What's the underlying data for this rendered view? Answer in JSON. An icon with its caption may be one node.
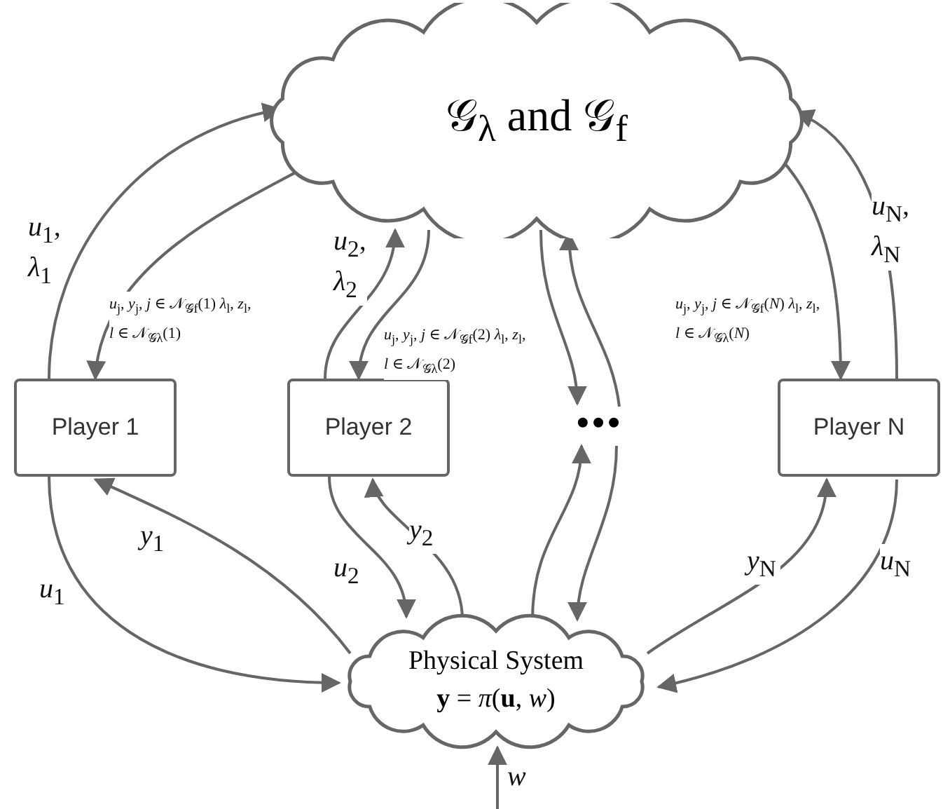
{
  "diagram": {
    "nodes": [
      {
        "text": [
          "𝒢$_{λ}$ and 𝒢$_{f}$"
        ]
      },
      {
        "text": [
          "Player 1"
        ]
      },
      {
        "text": [
          "Player 2"
        ]
      },
      {
        "text": [
          "•••"
        ]
      },
      {
        "text": [
          "Player N"
        ]
      },
      {
        "text": [
          "Physical System",
          "**y** = *π*(**u**, *w*)"
        ]
      }
    ],
    "edges": [
      {
        "from": 1,
        "to": 0,
        "arrow": "to",
        "label": "*u*$_{1}$, *λ*$_{1}$"
      },
      {
        "from": 0,
        "to": 1,
        "arrow": "to",
        "label": "*u*$_{j}$, *y*$_{j}$, *j* ∈ 𝒩$_{𝒢f}$(1) *λ*$_{l}$, *z*$_{l}$, *l* ∈ 𝒩$_{𝒢λ}$(1)"
      },
      {
        "from": 2,
        "to": 0,
        "arrow": "to",
        "label": "*u*$_{2}$, *λ*$_{2}$"
      },
      {
        "from": 0,
        "to": 2,
        "arrow": "to",
        "label": "*u*$_{j}$, *y*$_{j}$, *j* ∈ 𝒩$_{𝒢f}$(2) *λ*$_{l}$, *z*$_{l}$, *l* ∈ 𝒩$_{𝒢λ}$(2)"
      },
      {
        "from": 0,
        "to": 3,
        "arrow": "to"
      },
      {
        "from": 3,
        "to": 0,
        "arrow": "to"
      },
      {
        "from": 4,
        "to": 0,
        "arrow": "to",
        "label": "*u*$_{N}$, *λ*$_{N}$"
      },
      {
        "from": 0,
        "to": 4,
        "arrow": "to",
        "label": "*u*$_{j}$, *y*$_{j}$, *j* ∈ 𝒩$_{𝒢f}$(*N*) *λ*$_{l}$, *z*$_{l}$, *l* ∈ 𝒩$_{𝒢λ}$(*N*)"
      },
      {
        "from": 1,
        "to": 5,
        "arrow": "to",
        "label": "*u*$_{1}$"
      },
      {
        "from": 5,
        "to": 1,
        "arrow": "to",
        "label": "*y*$_{1}$"
      },
      {
        "from": 2,
        "to": 5,
        "arrow": "to",
        "label": "*u*$_{2}$"
      },
      {
        "from": 5,
        "to": 2,
        "arrow": "to",
        "label": "*y*$_{2}$"
      },
      {
        "from": 5,
        "to": 3,
        "arrow": "to"
      },
      {
        "from": 3,
        "to": 5,
        "arrow": "to"
      },
      {
        "from": 5,
        "to": 4,
        "arrow": "to",
        "label": "*y*$_{N}$"
      },
      {
        "from": 4,
        "to": 5,
        "arrow": "to",
        "label": "*u*$_{N}$"
      },
      {
        "from": null,
        "to": 5,
        "arrow": "to",
        "label": "*w*"
      }
    ]
  }
}
